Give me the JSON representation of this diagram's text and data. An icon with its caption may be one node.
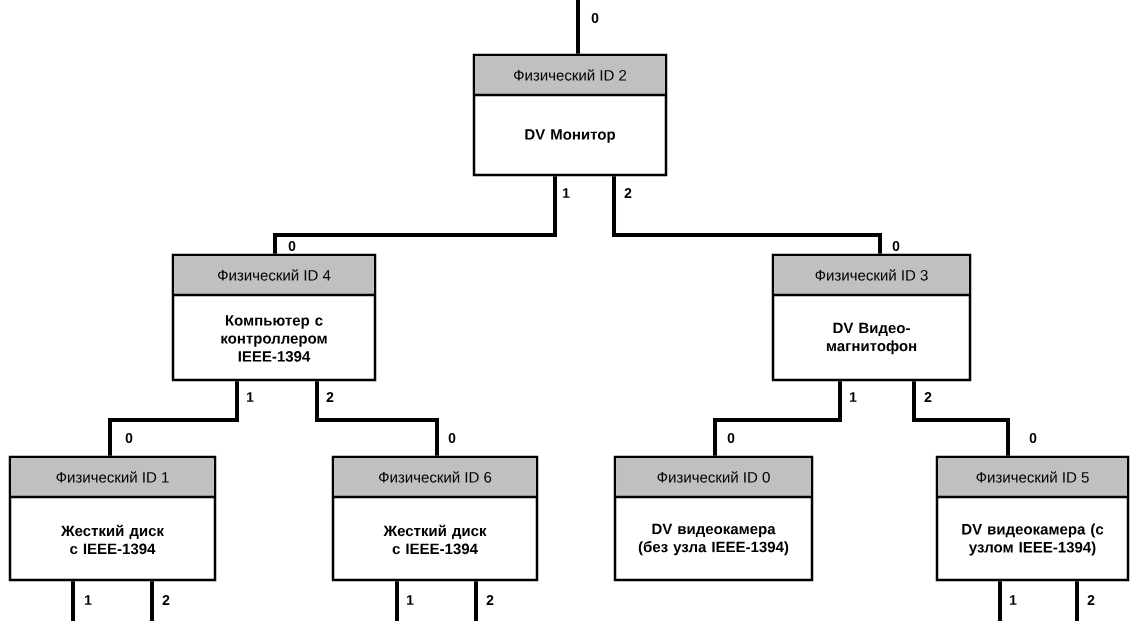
{
  "diagram": {
    "nodes": [
      {
        "text": [
          "Физический ID 2",
          "DV Монитор"
        ]
      },
      {
        "text": [
          "Физический ID 4",
          "Компьютер с контроллером IEEE-1394"
        ]
      },
      {
        "text": [
          "Физический ID 3",
          "DV Видео-магнитофон"
        ]
      },
      {
        "text": [
          "Физический ID 1",
          "Жесткий диск с IEEE-1394"
        ]
      },
      {
        "text": [
          "Физический ID 6",
          "Жесткий диск с IEEE-1394"
        ]
      },
      {
        "text": [
          "Физический ID 0",
          "DV видеокамера (без узла IEEE-1394)"
        ]
      },
      {
        "text": [
          "Физический ID 5",
          "DV видеокамера (с узлом IEEE-1394)"
        ]
      }
    ],
    "edges": [
      {
        "from": null,
        "to": 0,
        "arrow": "none"
      },
      {
        "from": 0,
        "to": 1,
        "arrow": "none"
      },
      {
        "from": 0,
        "to": 2,
        "arrow": "none"
      },
      {
        "from": 1,
        "to": 3,
        "arrow": "none"
      },
      {
        "from": 1,
        "to": 4,
        "arrow": "none"
      },
      {
        "from": 2,
        "to": 5,
        "arrow": "none"
      },
      {
        "from": 2,
        "to": 6,
        "arrow": "none"
      },
      {
        "from": 3,
        "to": null,
        "arrow": "none"
      },
      {
        "from": 3,
        "to": null,
        "arrow": "none"
      },
      {
        "from": 4,
        "to": null,
        "arrow": "none"
      },
      {
        "from": 4,
        "to": null,
        "arrow": "none"
      },
      {
        "from": 6,
        "to": null,
        "arrow": "none"
      },
      {
        "from": 6,
        "to": null,
        "arrow": "none"
      }
    ],
    "labels": [
      "0",
      "1",
      "2",
      "0",
      "0",
      "1",
      "2",
      "1",
      "2",
      "0",
      "0",
      "0",
      "0",
      "1",
      "2",
      "1",
      "2",
      "1",
      "2"
    ]
  }
}
